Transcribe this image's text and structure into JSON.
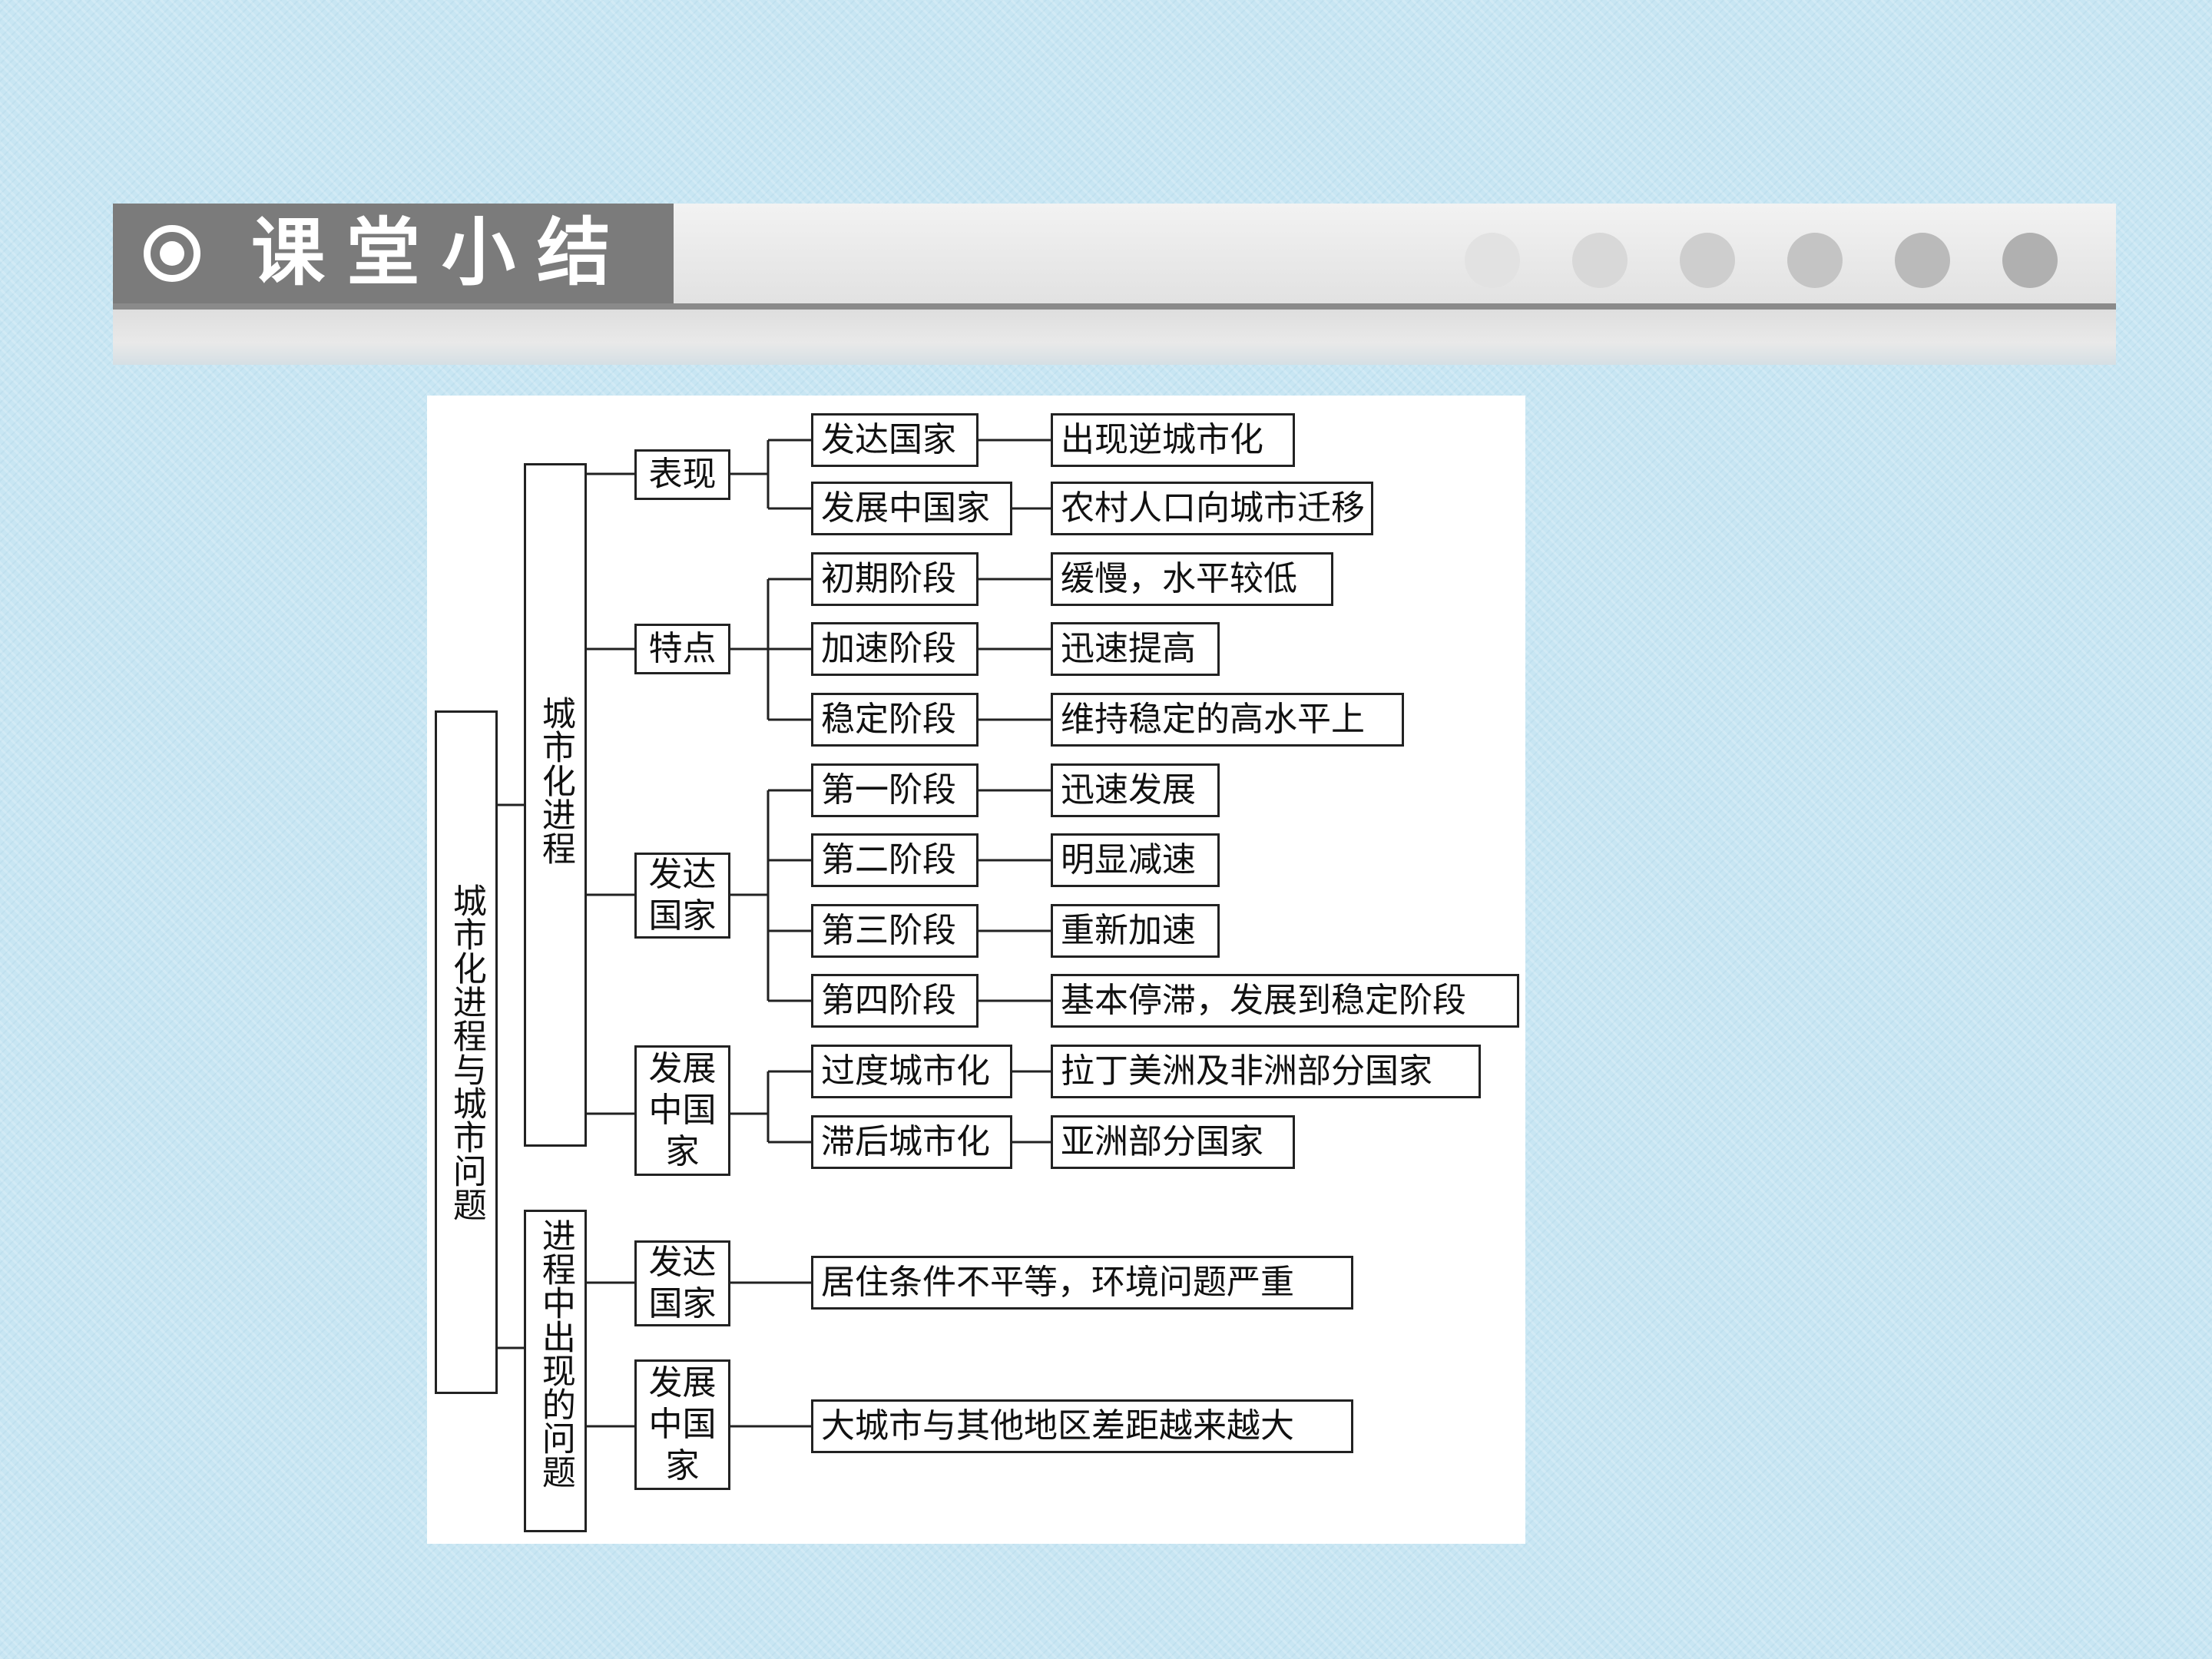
{
  "header": {
    "title": "课堂小结",
    "title_icon": "bullseye-circle-icon",
    "dots": [
      "#e2e2e2",
      "#d8d8d8",
      "#cecece",
      "#c4c4c4",
      "#bababa",
      "#b0b0b0"
    ]
  },
  "colors": {
    "background": "#c8e6f3",
    "title_tab": "#7b7b7b",
    "line": "#222222"
  },
  "diagram": {
    "root": "城市化进程与城市问题",
    "branch1": {
      "label": "城市化进程",
      "biaoxian": {
        "label": "表现",
        "items": [
          {
            "label": "发达国家",
            "detail": "出现逆城市化"
          },
          {
            "label": "发展中国家",
            "detail": "农村人口向城市迁移"
          }
        ]
      },
      "tedian": {
        "label": "特点",
        "items": [
          {
            "label": "初期阶段",
            "detail": "缓慢，水平较低"
          },
          {
            "label": "加速阶段",
            "detail": "迅速提高"
          },
          {
            "label": "稳定阶段",
            "detail": "维持稳定的高水平上"
          }
        ]
      },
      "developed": {
        "label": "发达国家",
        "items": [
          {
            "label": "第一阶段",
            "detail": "迅速发展"
          },
          {
            "label": "第二阶段",
            "detail": "明显减速"
          },
          {
            "label": "第三阶段",
            "detail": "重新加速"
          },
          {
            "label": "第四阶段",
            "detail": "基本停滞，发展到稳定阶段"
          }
        ]
      },
      "developing": {
        "label": "发展中国家",
        "items": [
          {
            "label": "过度城市化",
            "detail": "拉丁美洲及非洲部分国家"
          },
          {
            "label": "滞后城市化",
            "detail": "亚洲部分国家"
          }
        ]
      }
    },
    "branch2": {
      "label": "进程中出现的问题",
      "developed": {
        "label": "发达国家",
        "detail": "居住条件不平等，环境问题严重"
      },
      "developing": {
        "label": "发展中国家",
        "detail": "大城市与其他地区差距越来越大"
      }
    }
  }
}
